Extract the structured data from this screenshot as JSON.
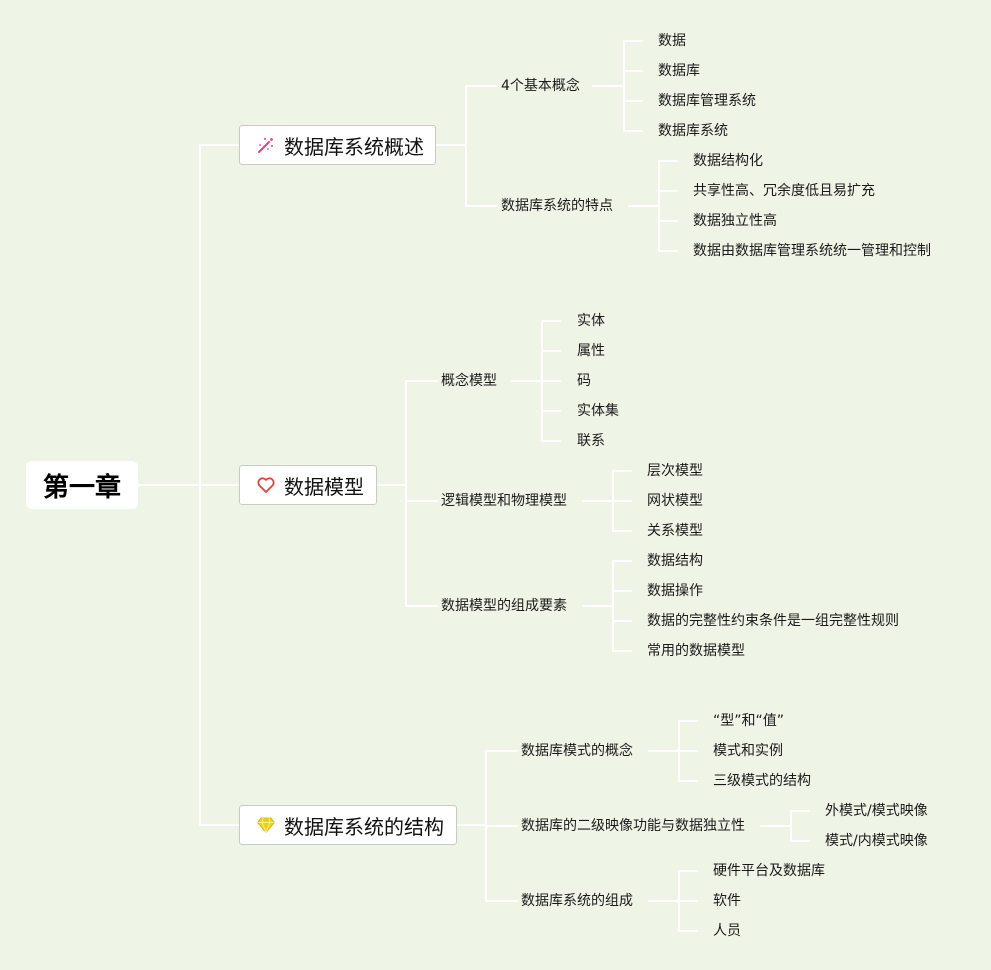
{
  "root": "第一章",
  "branches": [
    {
      "label": "数据库系统概述",
      "icon": "magic-wand-icon",
      "icon_color": "#e0447c",
      "children": [
        {
          "label": "4个基本概念",
          "leaves": [
            "数据",
            "数据库",
            "数据库管理系统",
            "数据库系统"
          ]
        },
        {
          "label": "数据库系统的特点",
          "leaves": [
            "数据结构化",
            "共享性高、冗余度低且易扩充",
            "数据独立性高",
            "数据由数据库管理系统统一管理和控制"
          ]
        }
      ]
    },
    {
      "label": "数据模型",
      "icon": "heart-icon",
      "icon_color": "#d9453d",
      "children": [
        {
          "label": "概念模型",
          "leaves": [
            "实体",
            "属性",
            "码",
            "实体集",
            "联系"
          ]
        },
        {
          "label": "逻辑模型和物理模型",
          "leaves": [
            "层次模型",
            "网状模型",
            "关系模型"
          ]
        },
        {
          "label": "数据模型的组成要素",
          "leaves": [
            "数据结构",
            "数据操作",
            "数据的完整性约束条件是一组完整性规则",
            "常用的数据模型"
          ]
        }
      ]
    },
    {
      "label": "数据库系统的结构",
      "icon": "diamond-icon",
      "icon_color": "#e8d21a",
      "children": [
        {
          "label": "数据库模式的概念",
          "leaves": [
            "“型”和“值”",
            "模式和实例",
            "三级模式的结构"
          ]
        },
        {
          "label": "数据库的二级映像功能与数据独立性",
          "leaves": [
            "外模式/模式映像",
            "模式/内模式映像"
          ]
        },
        {
          "label": "数据库系统的组成",
          "leaves": [
            "硬件平台及数据库",
            "软件",
            "人员"
          ]
        }
      ]
    }
  ],
  "colors": {
    "background": "#eef5e6",
    "connector": "#ffffff"
  }
}
